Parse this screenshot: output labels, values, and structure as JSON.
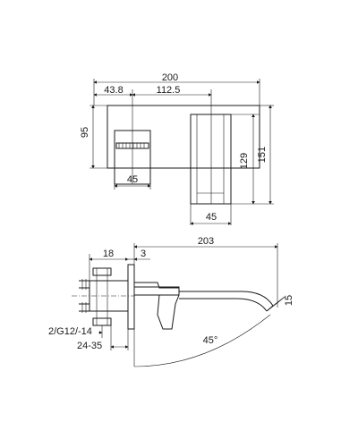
{
  "top_view": {
    "overall_width": "200",
    "left_offset": "43.8",
    "center_spacing": "112.5",
    "plate_height": "95",
    "handle_width": "45",
    "spout_height": "129",
    "total_height": "151",
    "spout_width": "45"
  },
  "side_view": {
    "projection": "203",
    "wall_depth": "18",
    "plate_thickness": "3",
    "outlet_diameter": "15",
    "thread_spec": "2/G12/-14",
    "adjustment_range": "24-35",
    "handle_rotation": "45°"
  }
}
